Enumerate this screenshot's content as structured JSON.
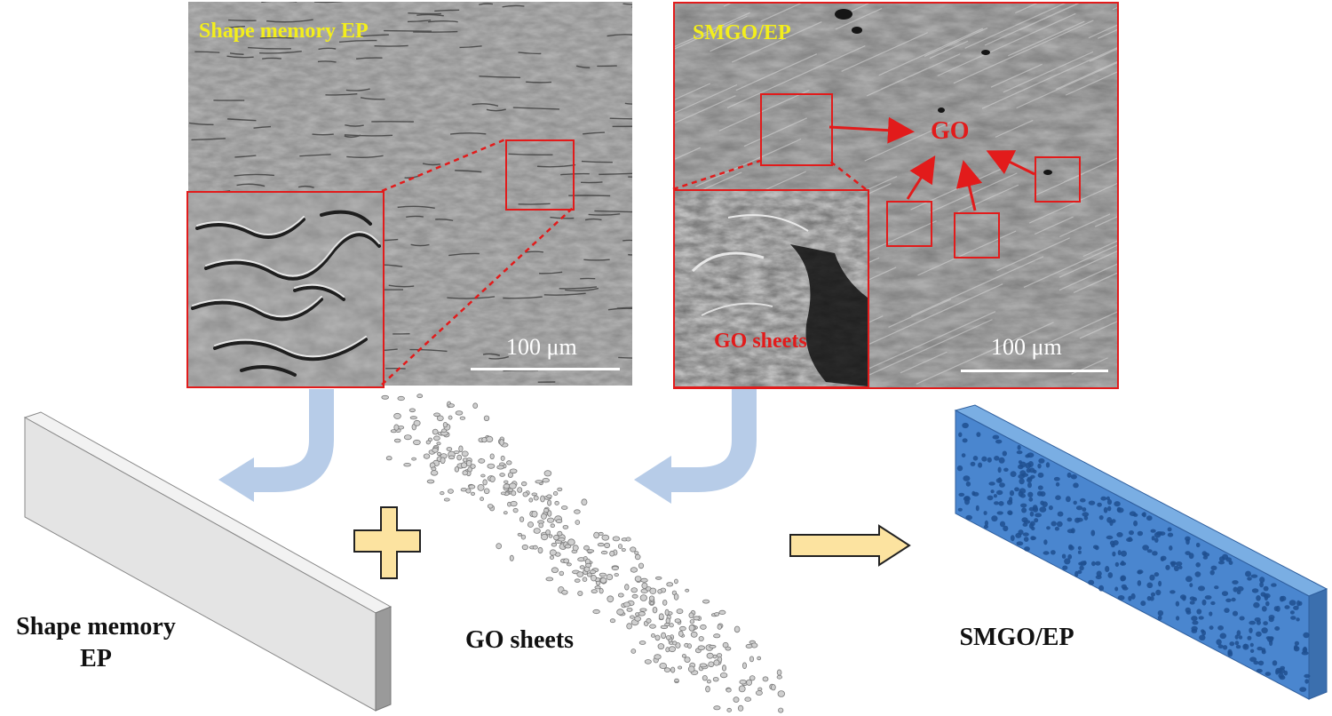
{
  "sem_left": {
    "label": "Shape memory EP",
    "scale": "100 μm"
  },
  "sem_right": {
    "label": "SMGO/EP",
    "scale": "100 μm",
    "go_label": "GO",
    "inset_label": "GO sheets"
  },
  "bottom": {
    "matrix_caption_line1": "Shape memory",
    "matrix_caption_line2": "EP",
    "filler_caption": "GO sheets",
    "composite_caption": "SMGO/EP"
  },
  "colors": {
    "highlight_red": "#e21b1b",
    "label_yellow": "#f3ee1c",
    "curved_arrow_blue": "#b7cce8",
    "plus_arrow_fill": "#fce3a0",
    "composite_blue": "#4a86cf"
  },
  "icons": [
    "plus-icon",
    "right-arrow-icon",
    "curved-down-left-arrow-icon"
  ]
}
